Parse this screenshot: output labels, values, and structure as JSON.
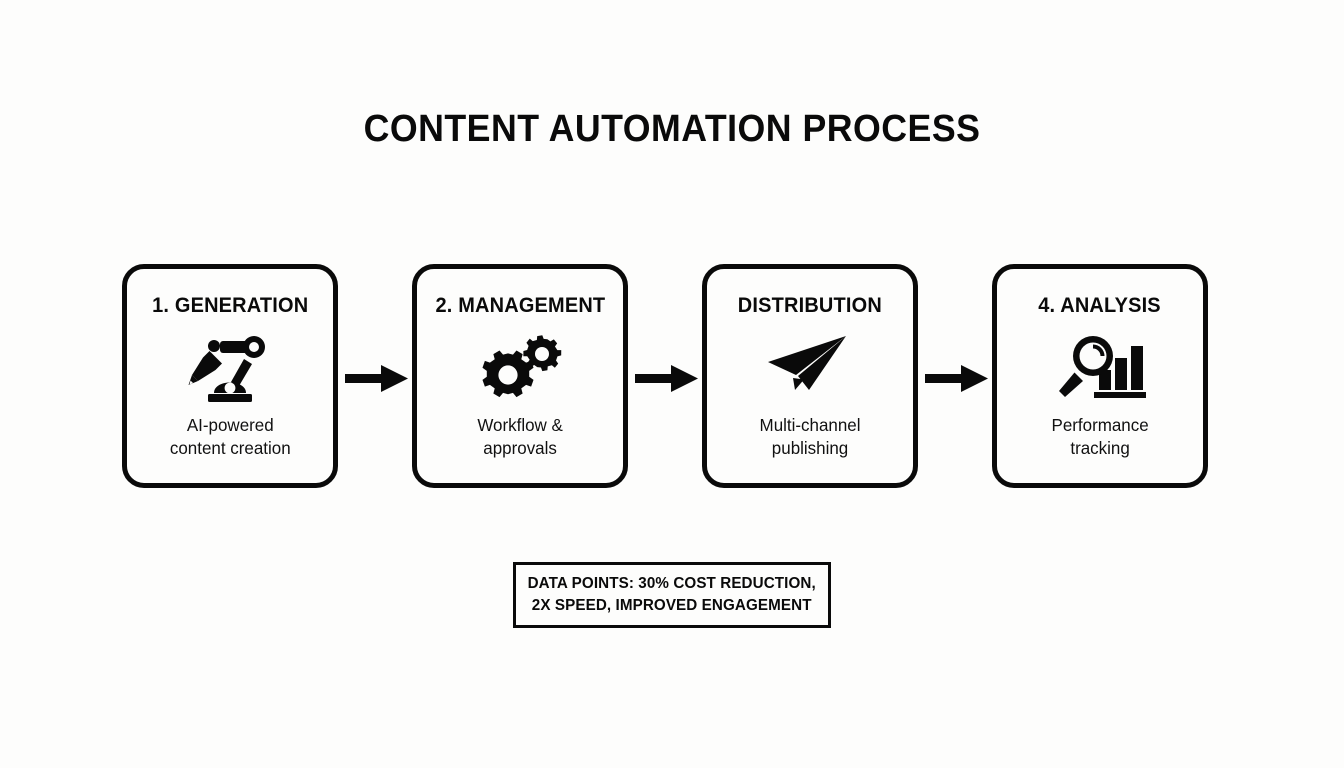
{
  "page": {
    "title": "CONTENT AUTOMATION PROCESS",
    "background_color": "#fdfdfc",
    "ink_color": "#0a0a0a"
  },
  "steps": [
    {
      "heading": "1. GENERATION",
      "icon": "robot-arm-pen-icon",
      "caption": "AI-powered\ncontent creation"
    },
    {
      "heading": "2. MANAGEMENT",
      "icon": "gears-icon",
      "caption": "Workflow &\napprovals"
    },
    {
      "heading": "DISTRIBUTION",
      "icon": "paper-plane-icon",
      "caption": "Multi-channel\npublishing"
    },
    {
      "heading": "4. ANALYSIS",
      "icon": "magnifier-bar-chart-icon",
      "caption": "Performance\ntracking"
    }
  ],
  "connectors": [
    {
      "icon": "arrow-right-icon",
      "from": "1. GENERATION",
      "to": "2. MANAGEMENT"
    },
    {
      "icon": "arrow-right-icon",
      "from": "2. MANAGEMENT",
      "to": "DISTRIBUTION"
    },
    {
      "icon": "arrow-right-icon",
      "from": "DISTRIBUTION",
      "to": "4. ANALYSIS"
    }
  ],
  "footer": {
    "text": "DATA POINTS: 30% COST REDUCTION,\n2X SPEED, IMPROVED ENGAGEMENT"
  }
}
